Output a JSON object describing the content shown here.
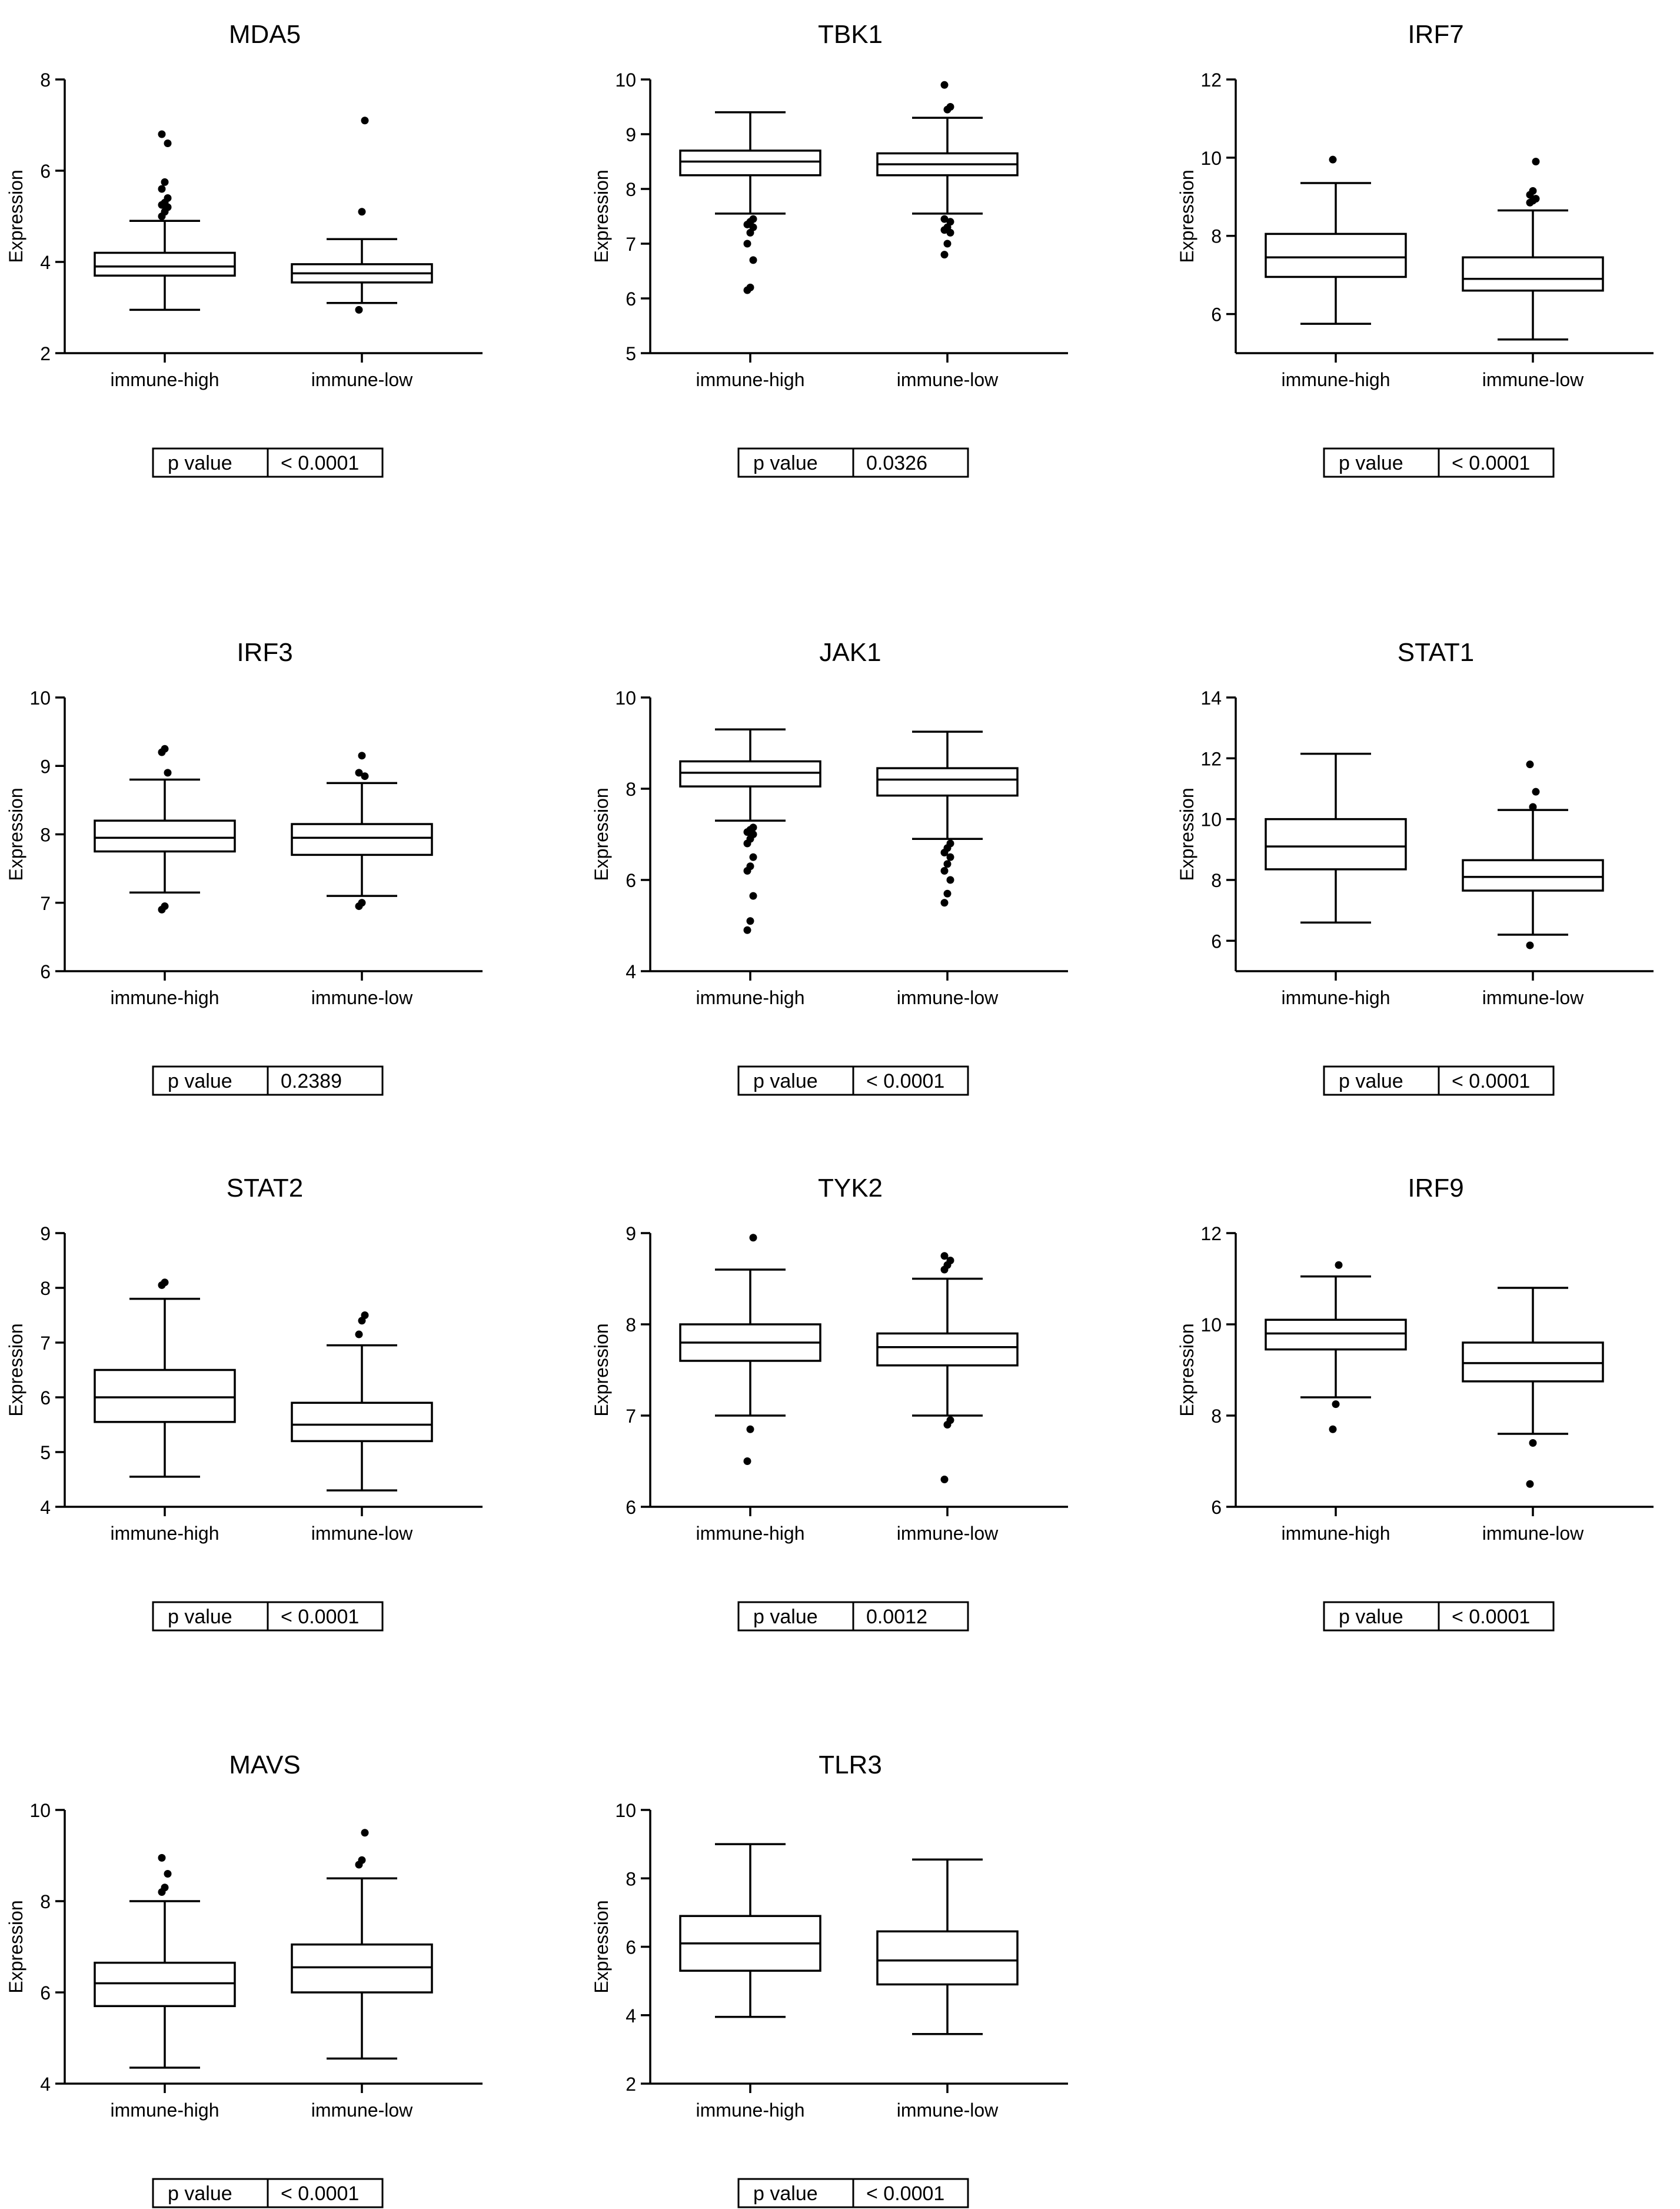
{
  "figure": {
    "background": "#ffffff",
    "ink": "#000000"
  },
  "pvalue_label": "p value",
  "chart_data": [
    {
      "type": "box",
      "title": "MDA5",
      "ylabel": "Expression",
      "categories": [
        "immune-high",
        "immune-low"
      ],
      "ylim": [
        2,
        8
      ],
      "yticks": [
        2,
        4,
        6,
        8
      ],
      "boxes": [
        {
          "name": "immune-high",
          "whisker_low": 2.95,
          "q1": 3.7,
          "median": 3.9,
          "q3": 4.2,
          "whisker_high": 4.9,
          "outliers": [
            5.0,
            5.1,
            5.2,
            5.25,
            5.3,
            5.4,
            5.6,
            5.75,
            6.6,
            6.8
          ]
        },
        {
          "name": "immune-low",
          "whisker_low": 3.1,
          "q1": 3.55,
          "median": 3.75,
          "q3": 3.95,
          "whisker_high": 4.5,
          "outliers": [
            2.95,
            5.1,
            7.1
          ]
        }
      ],
      "p_value": "< 0.0001"
    },
    {
      "type": "box",
      "title": "TBK1",
      "ylabel": "Expression",
      "categories": [
        "immune-high",
        "immune-low"
      ],
      "ylim": [
        5,
        10
      ],
      "yticks": [
        5,
        6,
        7,
        8,
        9,
        10
      ],
      "boxes": [
        {
          "name": "immune-high",
          "whisker_low": 7.55,
          "q1": 8.25,
          "median": 8.5,
          "q3": 8.7,
          "whisker_high": 9.4,
          "outliers": [
            6.15,
            6.2,
            6.7,
            7.0,
            7.2,
            7.3,
            7.35,
            7.4,
            7.45
          ]
        },
        {
          "name": "immune-low",
          "whisker_low": 7.55,
          "q1": 8.25,
          "median": 8.45,
          "q3": 8.65,
          "whisker_high": 9.3,
          "outliers": [
            6.8,
            7.0,
            7.2,
            7.25,
            7.3,
            7.4,
            7.45,
            9.45,
            9.5,
            9.9
          ]
        }
      ],
      "p_value": "0.0326"
    },
    {
      "type": "box",
      "title": "IRF7",
      "ylabel": "Expression",
      "categories": [
        "immune-high",
        "immune-low"
      ],
      "ylim": [
        5,
        12
      ],
      "yticks": [
        6,
        8,
        10,
        12
      ],
      "boxes": [
        {
          "name": "immune-high",
          "whisker_low": 5.75,
          "q1": 6.95,
          "median": 7.45,
          "q3": 8.05,
          "whisker_high": 9.35,
          "outliers": [
            9.95
          ]
        },
        {
          "name": "immune-low",
          "whisker_low": 5.35,
          "q1": 6.6,
          "median": 6.9,
          "q3": 7.45,
          "whisker_high": 8.65,
          "outliers": [
            8.85,
            8.9,
            8.95,
            9.05,
            9.15,
            9.9
          ]
        }
      ],
      "p_value": "< 0.0001"
    },
    {
      "type": "box",
      "title": "IRF3",
      "ylabel": "Expression",
      "categories": [
        "immune-high",
        "immune-low"
      ],
      "ylim": [
        6,
        10
      ],
      "yticks": [
        6,
        7,
        8,
        9,
        10
      ],
      "boxes": [
        {
          "name": "immune-high",
          "whisker_low": 7.15,
          "q1": 7.75,
          "median": 7.95,
          "q3": 8.2,
          "whisker_high": 8.8,
          "outliers": [
            6.9,
            6.95,
            8.9,
            9.2,
            9.25
          ]
        },
        {
          "name": "immune-low",
          "whisker_low": 7.1,
          "q1": 7.7,
          "median": 7.95,
          "q3": 8.15,
          "whisker_high": 8.75,
          "outliers": [
            6.95,
            7.0,
            8.85,
            8.9,
            9.15
          ]
        }
      ],
      "p_value": "0.2389"
    },
    {
      "type": "box",
      "title": "JAK1",
      "ylabel": "Expression",
      "categories": [
        "immune-high",
        "immune-low"
      ],
      "ylim": [
        4,
        10
      ],
      "yticks": [
        4,
        6,
        8,
        10
      ],
      "boxes": [
        {
          "name": "immune-high",
          "whisker_low": 7.3,
          "q1": 8.05,
          "median": 8.35,
          "q3": 8.6,
          "whisker_high": 9.3,
          "outliers": [
            4.9,
            5.1,
            5.65,
            6.2,
            6.3,
            6.5,
            6.8,
            6.9,
            7.0,
            7.05,
            7.1,
            7.15
          ]
        },
        {
          "name": "immune-low",
          "whisker_low": 6.9,
          "q1": 7.85,
          "median": 8.2,
          "q3": 8.45,
          "whisker_high": 9.25,
          "outliers": [
            5.5,
            5.7,
            6.0,
            6.2,
            6.35,
            6.5,
            6.6,
            6.7,
            6.8
          ]
        }
      ],
      "p_value": "< 0.0001"
    },
    {
      "type": "box",
      "title": "STAT1",
      "ylabel": "Expression",
      "categories": [
        "immune-high",
        "immune-low"
      ],
      "ylim": [
        5,
        14
      ],
      "yticks": [
        6,
        8,
        10,
        12,
        14
      ],
      "boxes": [
        {
          "name": "immune-high",
          "whisker_low": 6.6,
          "q1": 8.35,
          "median": 9.1,
          "q3": 10.0,
          "whisker_high": 12.15,
          "outliers": []
        },
        {
          "name": "immune-low",
          "whisker_low": 6.2,
          "q1": 7.65,
          "median": 8.1,
          "q3": 8.65,
          "whisker_high": 10.3,
          "outliers": [
            5.85,
            10.4,
            10.9,
            11.8
          ]
        }
      ],
      "p_value": "< 0.0001"
    },
    {
      "type": "box",
      "title": "STAT2",
      "ylabel": "Expression",
      "categories": [
        "immune-high",
        "immune-low"
      ],
      "ylim": [
        4,
        9
      ],
      "yticks": [
        4,
        5,
        6,
        7,
        8,
        9
      ],
      "boxes": [
        {
          "name": "immune-high",
          "whisker_low": 4.55,
          "q1": 5.55,
          "median": 6.0,
          "q3": 6.5,
          "whisker_high": 7.8,
          "outliers": [
            8.05,
            8.1
          ]
        },
        {
          "name": "immune-low",
          "whisker_low": 4.3,
          "q1": 5.2,
          "median": 5.5,
          "q3": 5.9,
          "whisker_high": 6.95,
          "outliers": [
            7.15,
            7.4,
            7.5
          ]
        }
      ],
      "p_value": "< 0.0001"
    },
    {
      "type": "box",
      "title": "TYK2",
      "ylabel": "Expression",
      "categories": [
        "immune-high",
        "immune-low"
      ],
      "ylim": [
        6,
        9
      ],
      "yticks": [
        6,
        7,
        8,
        9
      ],
      "boxes": [
        {
          "name": "immune-high",
          "whisker_low": 7.0,
          "q1": 7.6,
          "median": 7.8,
          "q3": 8.0,
          "whisker_high": 8.6,
          "outliers": [
            6.5,
            6.85,
            8.95
          ]
        },
        {
          "name": "immune-low",
          "whisker_low": 7.0,
          "q1": 7.55,
          "median": 7.75,
          "q3": 7.9,
          "whisker_high": 8.5,
          "outliers": [
            6.3,
            6.9,
            6.95,
            8.6,
            8.65,
            8.7,
            8.75
          ]
        }
      ],
      "p_value": "0.0012"
    },
    {
      "type": "box",
      "title": "IRF9",
      "ylabel": "Expression",
      "categories": [
        "immune-high",
        "immune-low"
      ],
      "ylim": [
        6,
        12
      ],
      "yticks": [
        6,
        8,
        10,
        12
      ],
      "boxes": [
        {
          "name": "immune-high",
          "whisker_low": 8.4,
          "q1": 9.45,
          "median": 9.8,
          "q3": 10.1,
          "whisker_high": 11.05,
          "outliers": [
            7.7,
            8.25,
            11.3
          ]
        },
        {
          "name": "immune-low",
          "whisker_low": 7.6,
          "q1": 8.75,
          "median": 9.15,
          "q3": 9.6,
          "whisker_high": 10.8,
          "outliers": [
            6.5,
            7.4
          ]
        }
      ],
      "p_value": "< 0.0001"
    },
    {
      "type": "box",
      "title": "MAVS",
      "ylabel": "Expression",
      "categories": [
        "immune-high",
        "immune-low"
      ],
      "ylim": [
        4,
        10
      ],
      "yticks": [
        4,
        6,
        8,
        10
      ],
      "boxes": [
        {
          "name": "immune-high",
          "whisker_low": 4.35,
          "q1": 5.7,
          "median": 6.2,
          "q3": 6.65,
          "whisker_high": 8.0,
          "outliers": [
            8.2,
            8.3,
            8.6,
            8.95
          ]
        },
        {
          "name": "immune-low",
          "whisker_low": 4.55,
          "q1": 6.0,
          "median": 6.55,
          "q3": 7.05,
          "whisker_high": 8.5,
          "outliers": [
            8.8,
            8.9,
            9.5
          ]
        }
      ],
      "p_value": "< 0.0001"
    },
    {
      "type": "box",
      "title": "TLR3",
      "ylabel": "Expression",
      "categories": [
        "immune-high",
        "immune-low"
      ],
      "ylim": [
        2,
        10
      ],
      "yticks": [
        2,
        4,
        6,
        8,
        10
      ],
      "boxes": [
        {
          "name": "immune-high",
          "whisker_low": 3.95,
          "q1": 5.3,
          "median": 6.1,
          "q3": 6.9,
          "whisker_high": 9.0,
          "outliers": []
        },
        {
          "name": "immune-low",
          "whisker_low": 3.45,
          "q1": 4.9,
          "median": 5.6,
          "q3": 6.45,
          "whisker_high": 8.55,
          "outliers": []
        }
      ],
      "p_value": "< 0.0001"
    }
  ]
}
